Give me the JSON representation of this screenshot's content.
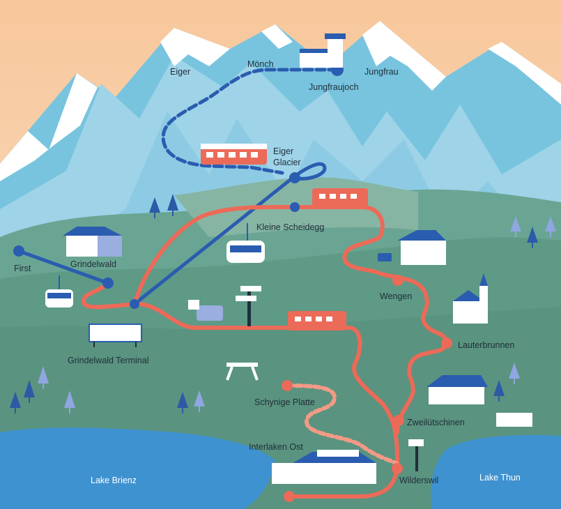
{
  "colors": {
    "sky": "#f7c9a0",
    "mountain": "#6fc0dc",
    "snow": "#ffffff",
    "meadow": "#5f9a86",
    "lake": "#3f92d0",
    "red_line": "#ec6a58",
    "blue_line": "#2a5cb0"
  },
  "peaks": {
    "eiger": "Eiger",
    "moench": "Mönch",
    "jungfrau": "Jungfrau"
  },
  "stations": {
    "jungfraujoch": "Jungfraujoch",
    "eiger_glacier_line1": "Eiger",
    "eiger_glacier_line2": "Glacier",
    "kleine_scheidegg": "Kleine Scheidegg",
    "first": "First",
    "grindelwald": "Grindelwald",
    "grindelwald_terminal": "Grindelwald Terminal",
    "wengen": "Wengen",
    "lauterbrunnen": "Lauterbrunnen",
    "schynige_platte": "Schynige Platte",
    "zweiluetschinen": "Zweilütschinen",
    "interlaken_ost": "Interlaken Ost",
    "wilderswil": "Wilderswil"
  },
  "lakes": {
    "brienz": "Lake Brienz",
    "thun": "Lake Thun"
  },
  "icons": [
    "mountain-peak",
    "train",
    "gondola",
    "chalet",
    "church",
    "cow",
    "signpost",
    "picnic-table",
    "bench",
    "pine-tree",
    "observatory"
  ]
}
